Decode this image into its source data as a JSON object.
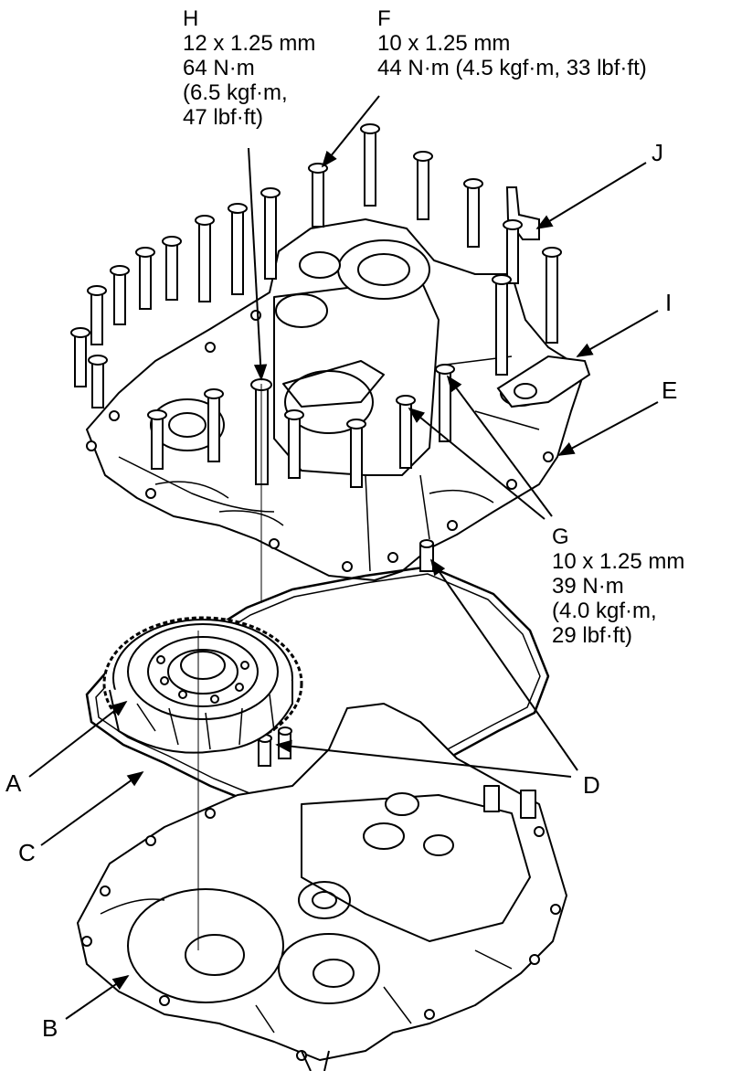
{
  "callouts": {
    "H": {
      "letter": "H",
      "lines": [
        "12 x 1.25 mm",
        "64 N·m",
        "(6.5 kgf·m,",
        "47 lbf·ft)"
      ]
    },
    "F": {
      "letter": "F",
      "lines": [
        "10 x 1.25 mm",
        "44 N·m (4.5 kgf·m, 33 lbf·ft)"
      ]
    },
    "J": {
      "letter": "J"
    },
    "I": {
      "letter": "I"
    },
    "E": {
      "letter": "E"
    },
    "G": {
      "letter": "G",
      "lines": [
        "10 x 1.25 mm",
        "39 N·m",
        "(4.0 kgf·m,",
        "29 lbf·ft)"
      ]
    },
    "A": {
      "letter": "A"
    },
    "C": {
      "letter": "C"
    },
    "D": {
      "letter": "D"
    },
    "B": {
      "letter": "B"
    }
  }
}
